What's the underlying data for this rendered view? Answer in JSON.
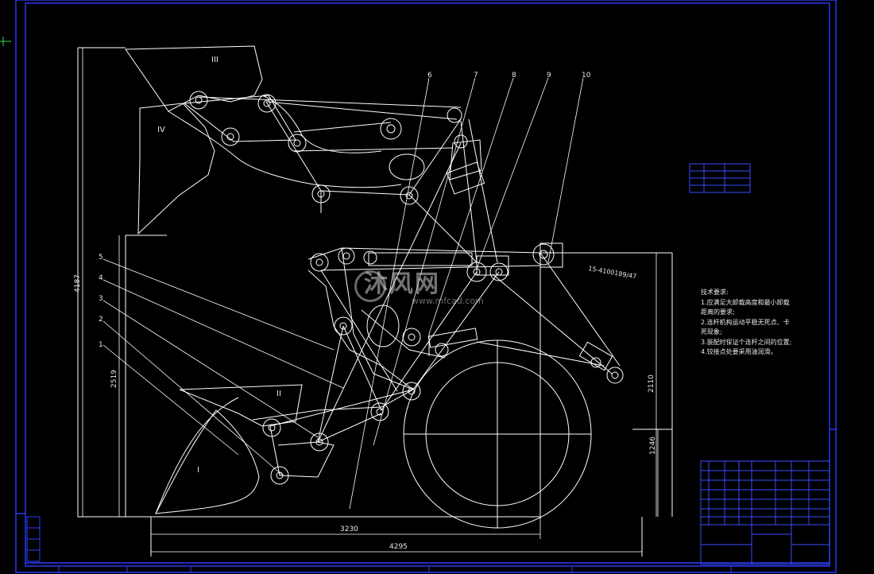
{
  "drawing": {
    "colors": {
      "background": "#000000",
      "frame": "#2a3cff",
      "lines": "#ffffff",
      "table": "#3a4cff"
    },
    "region_labels": {
      "bucket_lower": "I",
      "bucket_upper": "III",
      "region_iv": "IV",
      "region_ii": "II"
    },
    "callouts": [
      "6",
      "7",
      "8",
      "9",
      "10",
      "5",
      "4",
      "3",
      "2",
      "1"
    ],
    "dimensions": {
      "overall_height": "4187",
      "lower_height": "2519",
      "right_upper": "2110",
      "right_lower": "1246",
      "width_inner": "3230",
      "width_total": "4295"
    },
    "cylinder_note": "15-4100189/47",
    "tech_notes": {
      "title": "技术要求:",
      "lines": [
        "1.应满足大卸载高度和最小卸载",
        "距离的要求;",
        "2.连杆机构运动平稳无死点、卡",
        "死现象;",
        "3.装配时保证个连杆之间的位置;",
        "4.铰接点处要采用油润滑。"
      ]
    },
    "watermark": {
      "brand": "沐风网",
      "url": "www.mfcad.com"
    }
  }
}
